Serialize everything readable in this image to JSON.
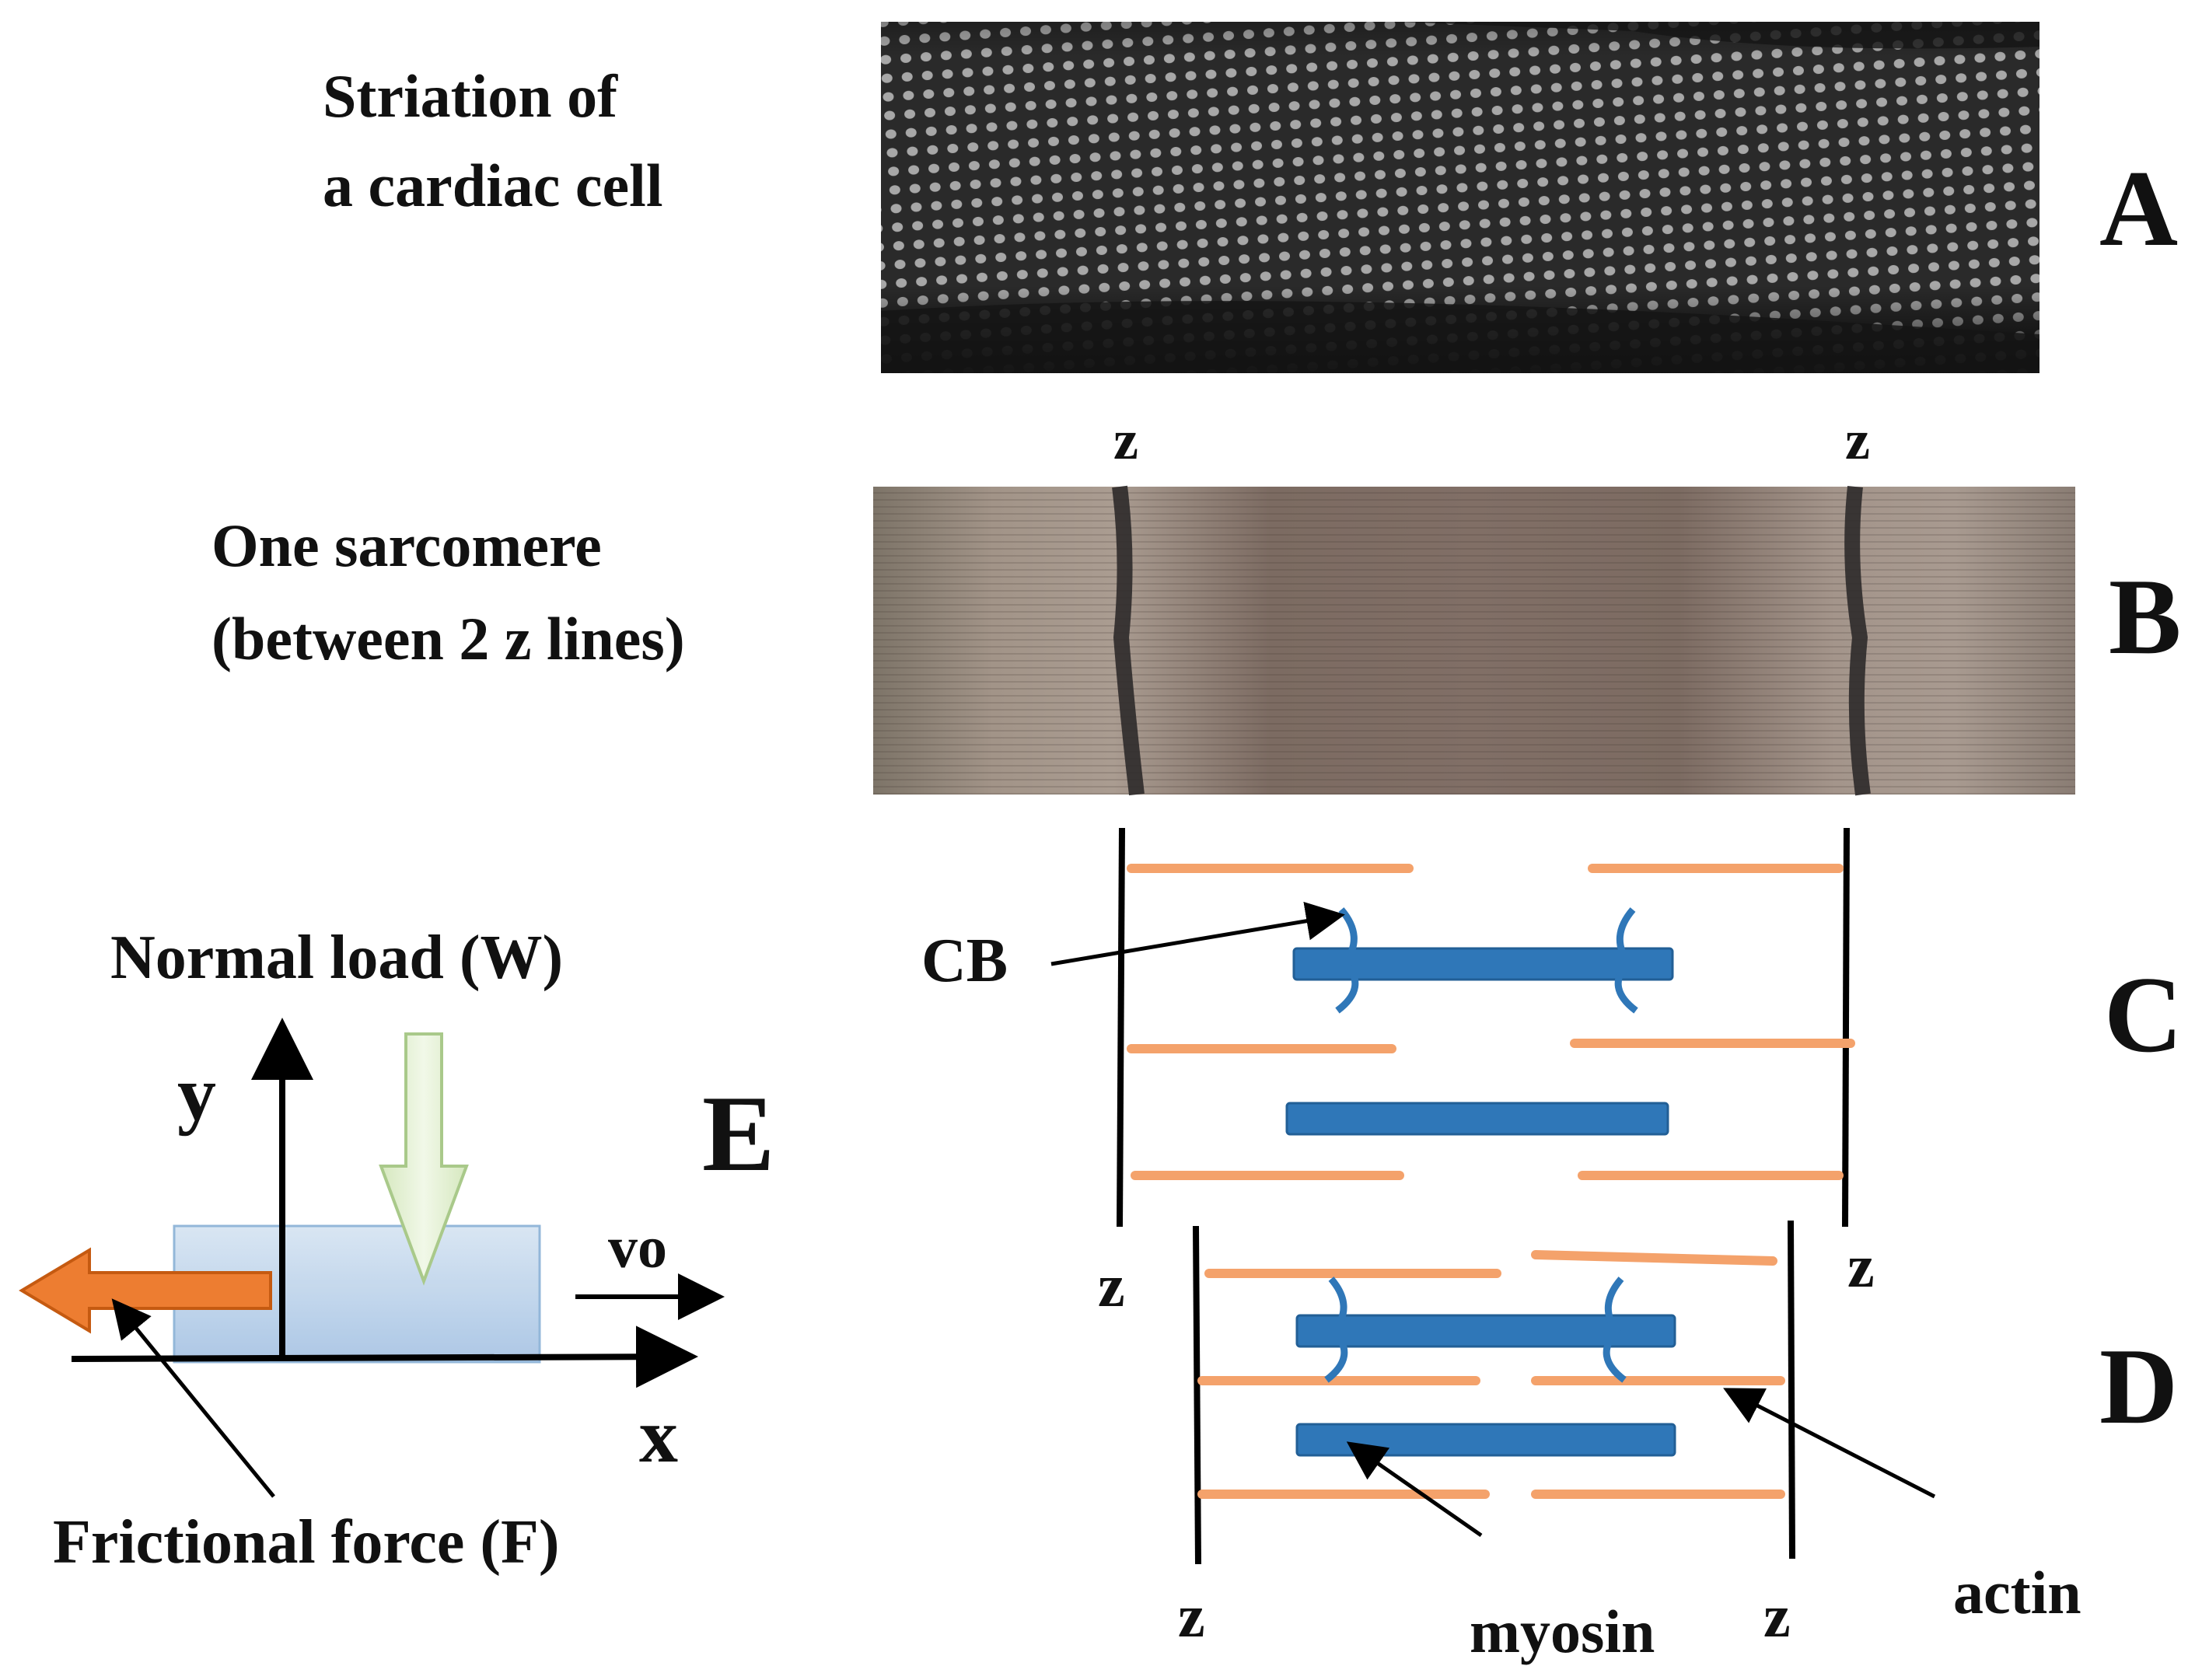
{
  "labels": {
    "a_caption_1": "Striation  of",
    "a_caption_2": "a cardiac cell",
    "b_caption_1": "One sarcomere",
    "b_caption_2": "(between 2 z lines)",
    "panel_a": "A",
    "panel_b": "B",
    "panel_c": "C",
    "panel_d": "D",
    "panel_e": "E",
    "z": "z",
    "cb": "CB",
    "myosin": "myosin",
    "actin": "actin",
    "normal_load": "Normal load (W)",
    "frictional_force": "Frictional force (F)",
    "axis_y": "y",
    "axis_x": "x",
    "velocity": "vo"
  },
  "colors": {
    "actin": "#f4a26b",
    "myosin": "#2f77b8",
    "myosin_dark": "#225f96",
    "friction_arrow": "#ed7d31",
    "friction_arrow_edge": "#c55a11",
    "load_arrow": "#e2efd2",
    "load_arrow_edge": "#a9c98a",
    "block": "#c4d9ee",
    "block_edge": "#8eb4d8",
    "micrograph_dark": "#1c1c1c",
    "micrograph_light": "#bdbdbd",
    "sarcomere_bg": "#8f8177",
    "z_band": "#2e2a2a"
  }
}
